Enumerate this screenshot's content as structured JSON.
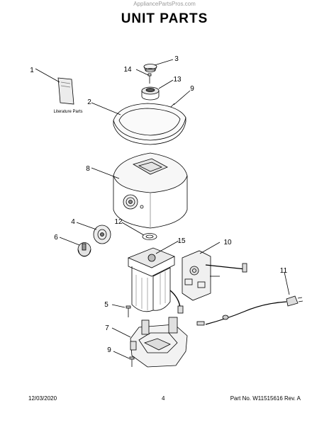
{
  "watermark": "AppliancePartsPros.com",
  "title": "UNIT PARTS",
  "parts": {
    "p1": "1",
    "p2": "2",
    "p3": "3",
    "p4": "4",
    "p5": "5",
    "p6": "6",
    "p7": "7",
    "p8": "8",
    "p9a": "9",
    "p9b": "9",
    "p10": "10",
    "p11": "11",
    "p12": "12",
    "p13": "13",
    "p14": "14",
    "p15": "15"
  },
  "literature_label": "Literature Parts",
  "footer": {
    "date": "12/03/2020",
    "page": "4",
    "part_no": "Part No. W11515616 Rev. A"
  }
}
